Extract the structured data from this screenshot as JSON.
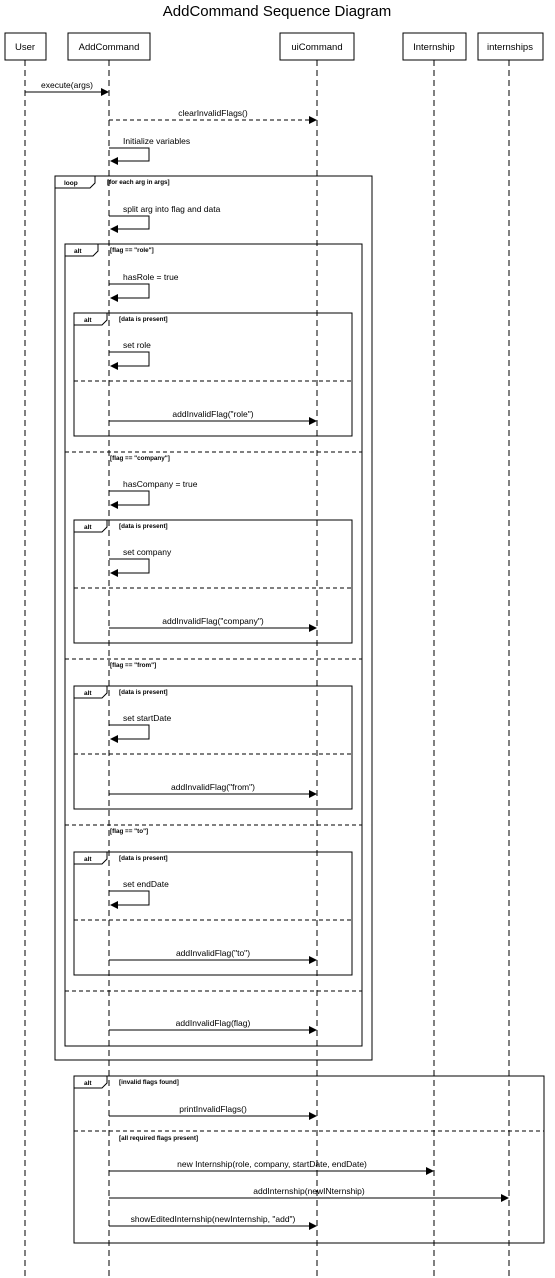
{
  "title": "AddCommand Sequence Diagram",
  "participants": [
    "User",
    "AddCommand",
    "uiCommand",
    "Internship",
    "internships"
  ],
  "messages": [
    "execute(args)",
    "clearInvalidFlags()",
    "Initialize variables",
    "split arg into flag and data",
    "hasRole = true",
    "set role",
    "addInvalidFlag(\"role\")",
    "hasCompany = true",
    "set company",
    "addInvalidFlag(\"company\")",
    "set startDate",
    "addInvalidFlag(\"from\")",
    "set endDate",
    "addInvalidFlag(\"to\")",
    "addInvalidFlag(flag)",
    "printInvalidFlags()",
    "new Internship(role, company, startDate, endDate)",
    "addInternship(newINternship)",
    "showEditedInternship(newInternship, \"add\")"
  ],
  "fragments": [
    {
      "type": "loop",
      "guard": "[for each arg in args]"
    },
    {
      "type": "alt",
      "guards": [
        "[flag == \"role\"]",
        "[flag == \"company\"]",
        "[flag == \"from\"]",
        "[flag == \"to\"]"
      ]
    },
    {
      "type": "alt",
      "guard": "[data is present]"
    },
    {
      "type": "alt",
      "guard": "[data is present]"
    },
    {
      "type": "alt",
      "guard": "[data is present]"
    },
    {
      "type": "alt",
      "guard": "[data is present]"
    },
    {
      "type": "alt",
      "guards": [
        "[invalid flags found]",
        "[all required flags present]"
      ]
    }
  ]
}
